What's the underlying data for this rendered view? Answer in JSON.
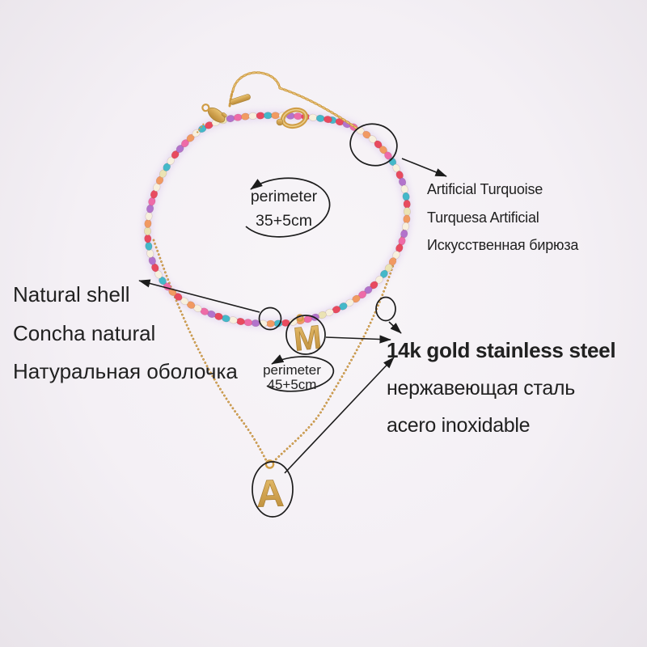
{
  "labels": {
    "turquoise": {
      "en": "Artificial Turquoise",
      "es": "Turquesa Artificial",
      "ru": "Искусственная бирюза"
    },
    "shell": {
      "en": "Natural shell",
      "es": "Concha natural",
      "ru": "Натуральная оболочка"
    },
    "steel": {
      "en": "14k gold stainless steel",
      "ru": "нержавеющая сталь",
      "es": "acero inoxidable"
    },
    "perimeter_choker": {
      "line1": "perimeter",
      "line2": "35+5cm"
    },
    "perimeter_chain": {
      "line1": "perimeter",
      "line2": "45+5cm"
    }
  },
  "pendants": {
    "m": "M",
    "a": "A"
  },
  "colors": {
    "background": "#f4f0f5",
    "vignette": "#e9e4ea",
    "annotation_ink": "#1c1c1c",
    "gold": "#cf9c44",
    "gold_light": "#eccf8d",
    "gold_dark": "#a87f35",
    "ball_chain": "#c28e3e",
    "bead_halo": "#d3bdea"
  },
  "beads": {
    "spacing": 9.3,
    "rx": 5.1,
    "ry": 4.2,
    "palette": {
      "R": "#e84a5f",
      "W": "#f7f0de",
      "T": "#44b8c9",
      "O": "#f19a62",
      "P": "#b273cc",
      "K": "#ee6ba8",
      "C": "#ebe3b4"
    },
    "sequence": "TRPKWOWROKTWRPWTRCOWPKRWOCTWRPKOWTRWCPKOWRTOWPKRW"
  }
}
